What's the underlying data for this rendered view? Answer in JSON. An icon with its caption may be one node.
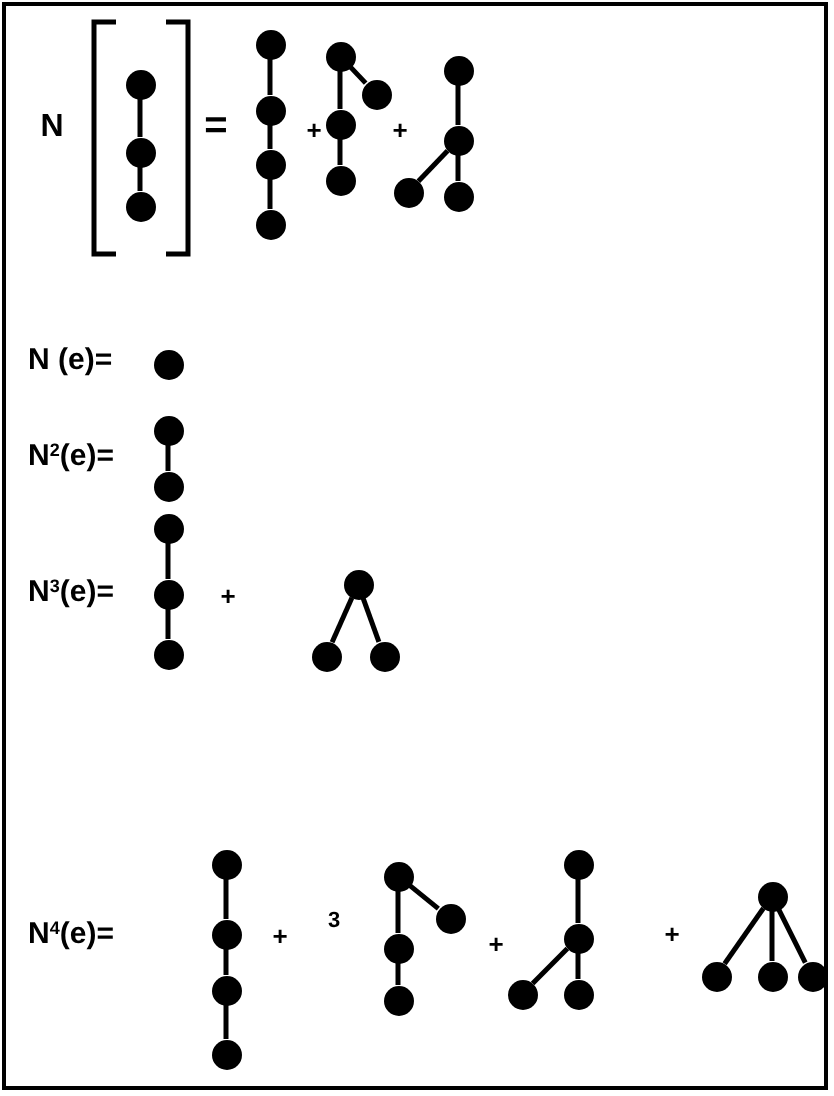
{
  "diagram": {
    "nodes": [
      {
        "text": [],
        "shape": "circle"
      },
      {
        "text": [],
        "shape": "circle"
      },
      {
        "text": [],
        "shape": "circle"
      },
      {
        "text": [],
        "shape": "circle"
      },
      {
        "text": [],
        "shape": "circle"
      },
      {
        "text": [],
        "shape": "circle"
      },
      {
        "text": [],
        "shape": "circle"
      },
      {
        "text": [],
        "shape": "circle"
      },
      {
        "text": [],
        "shape": "circle"
      },
      {
        "text": [],
        "shape": "circle"
      },
      {
        "text": [],
        "shape": "circle"
      },
      {
        "text": [],
        "shape": "circle"
      },
      {
        "text": [],
        "shape": "circle"
      },
      {
        "text": [],
        "shape": "circle"
      },
      {
        "text": [],
        "shape": "circle"
      },
      {
        "text": [],
        "shape": "circle"
      },
      {
        "text": [],
        "shape": "circle"
      },
      {
        "text": [],
        "shape": "circle"
      },
      {
        "text": [],
        "shape": "circle"
      },
      {
        "text": [],
        "shape": "circle"
      },
      {
        "text": [],
        "shape": "circle"
      },
      {
        "text": [],
        "shape": "circle"
      },
      {
        "text": [],
        "shape": "circle"
      },
      {
        "text": [],
        "shape": "circle"
      },
      {
        "text": [],
        "shape": "circle"
      },
      {
        "text": [],
        "shape": "circle"
      },
      {
        "text": [],
        "shape": "circle"
      },
      {
        "text": [],
        "shape": "circle"
      },
      {
        "text": [],
        "shape": "circle"
      },
      {
        "text": [],
        "shape": "circle"
      },
      {
        "text": [],
        "shape": "circle"
      },
      {
        "text": [],
        "shape": "circle"
      },
      {
        "text": [],
        "shape": "circle"
      },
      {
        "text": [],
        "shape": "circle"
      },
      {
        "text": [],
        "shape": "circle"
      },
      {
        "text": [],
        "shape": "circle"
      },
      {
        "text": [],
        "shape": "circle"
      },
      {
        "text": [],
        "shape": "circle"
      },
      {
        "text": [],
        "shape": "circle"
      },
      {
        "text": [],
        "shape": "circle"
      }
    ],
    "edges": [
      {
        "from": 0,
        "to": 1,
        "arrow": "none"
      },
      {
        "from": 1,
        "to": 2,
        "arrow": "none"
      },
      {
        "from": 3,
        "to": 4,
        "arrow": "none"
      },
      {
        "from": 4,
        "to": 5,
        "arrow": "none"
      },
      {
        "from": 5,
        "to": 6,
        "arrow": "none"
      },
      {
        "from": 7,
        "to": 8,
        "arrow": "none"
      },
      {
        "from": 7,
        "to": 9,
        "arrow": "none"
      },
      {
        "from": 9,
        "to": 10,
        "arrow": "none"
      },
      {
        "from": 11,
        "to": 12,
        "arrow": "none"
      },
      {
        "from": 12,
        "to": 13,
        "arrow": "none"
      },
      {
        "from": 12,
        "to": 14,
        "arrow": "none"
      },
      {
        "from": 16,
        "to": 17,
        "arrow": "none"
      },
      {
        "from": 18,
        "to": 19,
        "arrow": "none"
      },
      {
        "from": 19,
        "to": 20,
        "arrow": "none"
      },
      {
        "from": 21,
        "to": 22,
        "arrow": "none"
      },
      {
        "from": 21,
        "to": 23,
        "arrow": "none"
      },
      {
        "from": 24,
        "to": 25,
        "arrow": "none"
      },
      {
        "from": 25,
        "to": 26,
        "arrow": "none"
      },
      {
        "from": 26,
        "to": 27,
        "arrow": "none"
      },
      {
        "from": 28,
        "to": 29,
        "arrow": "none"
      },
      {
        "from": 28,
        "to": 30,
        "arrow": "none"
      },
      {
        "from": 30,
        "to": 31,
        "arrow": "none"
      },
      {
        "from": 32,
        "to": 33,
        "arrow": "none"
      },
      {
        "from": 33,
        "to": 34,
        "arrow": "none"
      },
      {
        "from": 33,
        "to": 35,
        "arrow": "none"
      },
      {
        "from": 36,
        "to": 37,
        "arrow": "none"
      },
      {
        "from": 36,
        "to": 38,
        "arrow": "none"
      },
      {
        "from": 36,
        "to": 39,
        "arrow": "none"
      }
    ],
    "labels": [
      "N",
      "=",
      "+",
      "+",
      "N (e)=",
      "N$^{2}$(e)=",
      "N$^{3}$(e)=",
      "+",
      "N$^{4}$(e)=",
      "+",
      "3",
      "+",
      "+"
    ]
  }
}
